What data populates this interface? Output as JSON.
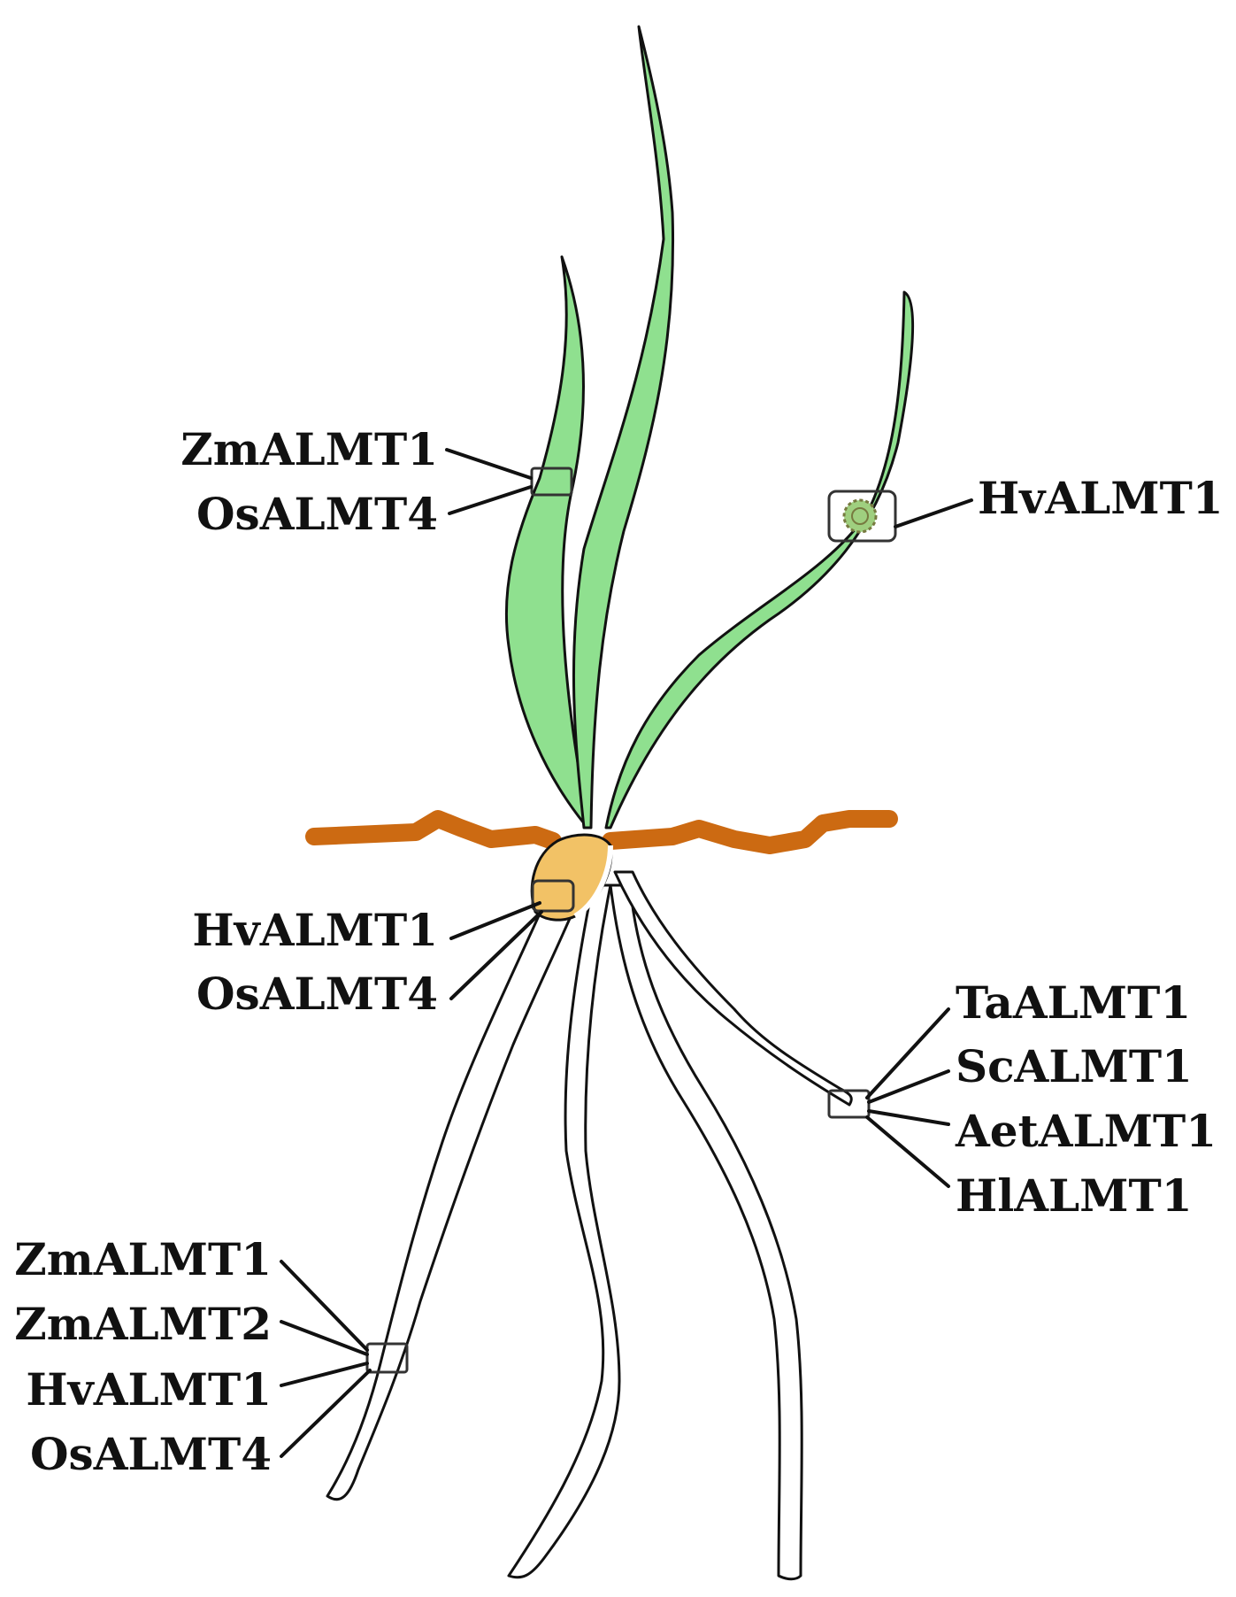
{
  "colors": {
    "leaf_fill": "#8fe08f",
    "soil_line": "#cc6a12",
    "seed_fill": "#f2c266",
    "outline": "#111111"
  },
  "groups": [
    {
      "id": "leaf-left",
      "labels": [
        "ZmALMT1",
        "OsALMT4"
      ]
    },
    {
      "id": "leaf-right",
      "labels": [
        "HvALMT1"
      ]
    },
    {
      "id": "seed",
      "labels": [
        "HvALMT1",
        "OsALMT4"
      ]
    },
    {
      "id": "root-right",
      "labels": [
        "TaALMT1",
        "ScALMT1",
        "AetALMT1",
        "HlALMT1"
      ]
    },
    {
      "id": "root-left",
      "labels": [
        "ZmALMT1",
        "ZmALMT2",
        "HvALMT1",
        "OsALMT4"
      ]
    }
  ]
}
